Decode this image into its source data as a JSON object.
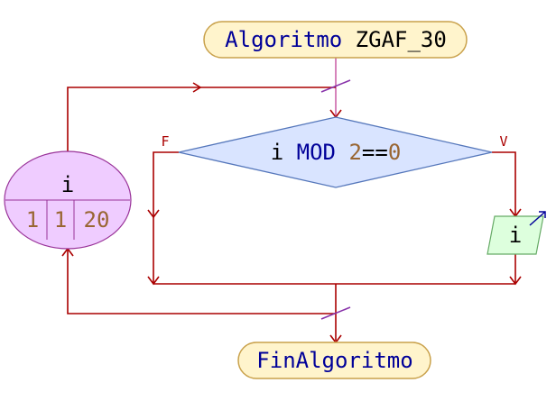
{
  "start": {
    "keyword": "Algoritmo",
    "name": "ZGAF_30"
  },
  "end": {
    "keyword": "FinAlgoritmo"
  },
  "loop": {
    "variable": "i",
    "initial": "1",
    "step": "1",
    "final": "20"
  },
  "decision": {
    "var": "i",
    "op": "MOD",
    "divisor": "2",
    "cmp": "==",
    "rhs": "0"
  },
  "branch_false": "F",
  "branch_true": "V",
  "output": {
    "var": "i"
  },
  "colors": {
    "line": "#aa0000",
    "terminal_fill": "#fff4cc",
    "terminal_stroke": "#c9a14b",
    "keyword": "#000099",
    "number": "#996633",
    "decision_fill": "#d9e4ff",
    "decision_stroke": "#5577bb",
    "loop_fill": "#efccff",
    "loop_stroke": "#993399",
    "output_fill": "#ddffdd",
    "output_stroke": "#66aa66"
  }
}
